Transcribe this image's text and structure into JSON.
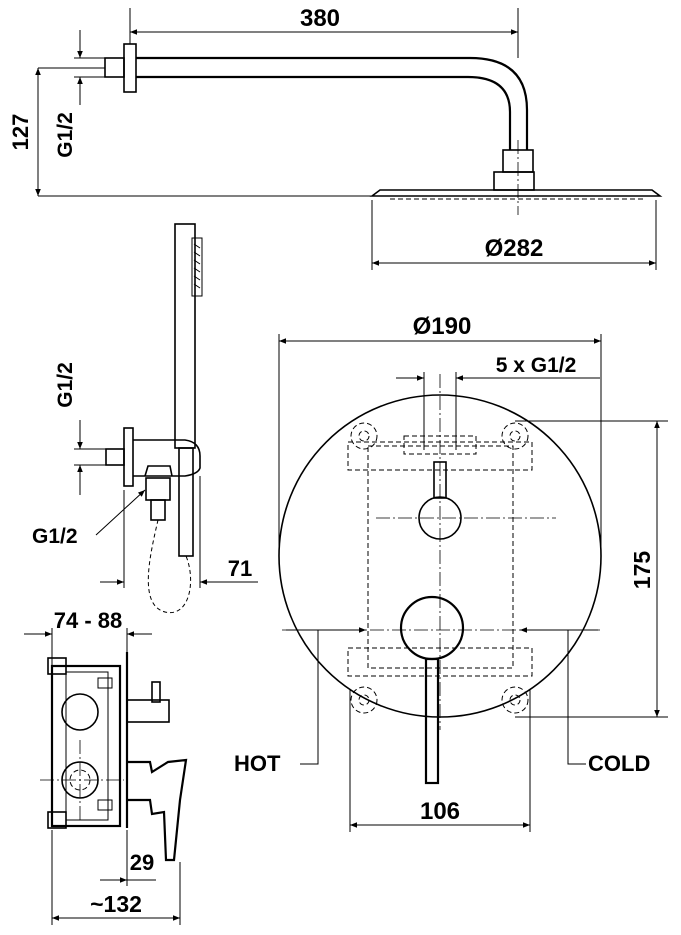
{
  "dimensions": {
    "arm_length": "380",
    "arm_height": "127",
    "arm_thread": "G1/2",
    "head_diameter": "Ø282",
    "holder_thread": "G1/2",
    "outlet_thread": "G1/2",
    "holder_projection": "71",
    "plate_diameter": "Ø190",
    "outlets": "5 x G1/2",
    "plate_height": "175",
    "plate_width": "106",
    "body_depth": "74 - 88",
    "lever_projection": "29",
    "total_depth": "~132"
  },
  "labels": {
    "hot": "HOT",
    "cold": "COLD"
  },
  "colors": {
    "line": "#000000",
    "background": "#ffffff"
  }
}
